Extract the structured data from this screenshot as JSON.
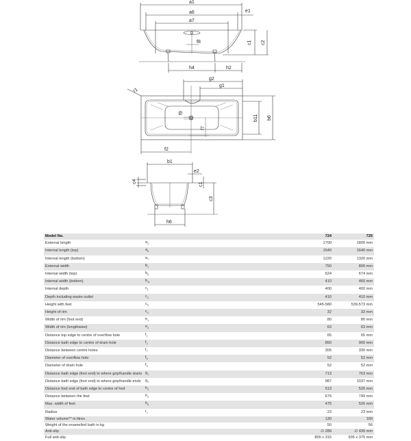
{
  "drawings": {
    "side_view": {
      "labels": {
        "a1": "a1",
        "a6": "a6",
        "a7": "a7",
        "e1": "e1",
        "f8": "f8",
        "c1": "c1",
        "c2": "c2",
        "h4": "h4",
        "h2": "h2"
      }
    },
    "top_view": {
      "labels": {
        "g2": "g2",
        "g1": "g1",
        "r1": "r1",
        "f9": "f9",
        "f7": "f7",
        "b11": "b11",
        "b6": "b6",
        "f2": "f2"
      }
    },
    "end_view": {
      "labels": {
        "b1": "b1",
        "e2": "e2",
        "c4": "c4",
        "c1": "c1",
        "c3": "c3",
        "h6": "h6"
      }
    }
  },
  "table": {
    "header": {
      "label": "Model No.",
      "symbol": "",
      "v1": "724",
      "v2": "725"
    },
    "rows": [
      {
        "label": "External length",
        "symbol": "a",
        "sub": "1",
        "v1": "1700",
        "v2": "1800 mm"
      },
      {
        "label": "Internal length (top)",
        "symbol": "a",
        "sub": "6",
        "v1": "1540",
        "v2": "1640 mm"
      },
      {
        "label": "Internal length (bottom)",
        "symbol": "a",
        "sub": "7",
        "v1": "1220",
        "v2": "1320 mm"
      },
      {
        "label": "External width",
        "symbol": "b",
        "sub": "1",
        "v1": "750",
        "v2": "800 mm"
      },
      {
        "label": "Internal width (top)",
        "symbol": "b",
        "sub": "6",
        "v1": "624",
        "v2": "674 mm"
      },
      {
        "label": "Internal width (bottom)",
        "symbol": "b",
        "sub": "11",
        "v1": "410",
        "v2": "460 mm"
      },
      {
        "label": "Internal depth",
        "symbol": "c",
        "sub": "1",
        "v1": "400",
        "v2": "400 mm"
      },
      {
        "label": "Depth including waste outlet",
        "symbol": "c",
        "sub": "2",
        "v1": "410",
        "v2": "410 mm"
      },
      {
        "label": "Height with feet",
        "symbol": "c",
        "sub": "3",
        "v1": "545-580",
        "v2": "539-573 mm"
      },
      {
        "label": "Height of rim",
        "symbol": "c",
        "sub": "4",
        "v1": "32",
        "v2": "32 mm"
      },
      {
        "label": "Width of rim (foot end)",
        "symbol": "e",
        "sub": "1",
        "v1": "80",
        "v2": "80 mm"
      },
      {
        "label": "Width of rim (lengthwise)",
        "symbol": "e",
        "sub": "2",
        "v1": "63",
        "v2": "63 mm"
      },
      {
        "label": "Distance top edge to centre of overflow hole",
        "symbol": "f",
        "sub": "1",
        "v1": "65",
        "v2": "65 mm"
      },
      {
        "label": "Distance bath edge to centre of drain hole",
        "symbol": "f",
        "sub": "2",
        "v1": "850",
        "v2": "900 mm"
      },
      {
        "label": "Distance between centre holes",
        "symbol": "f",
        "sub": "7",
        "v1": "305",
        "v2": "330 mm"
      },
      {
        "label": "Diameter of overflow hole",
        "symbol": "f",
        "sub": "8",
        "v1": "52",
        "v2": "52 mm"
      },
      {
        "label": "Diameter of drain hole",
        "symbol": "f",
        "sub": "9",
        "v1": "52",
        "v2": "52 mm"
      },
      {
        "label": "Distance bath edge (foot end) to where grip/handle starts",
        "symbol": "g",
        "sub": "1",
        "v1": "713",
        "v2": "763 mm"
      },
      {
        "label": "Distance bath edge (foot end) to where grip/handle ends",
        "symbol": "g",
        "sub": "2",
        "v1": "987",
        "v2": "1037 mm"
      },
      {
        "label": "Distance foot end of bath edge to centre of foot",
        "symbol": "h",
        "sub": "2",
        "v1": "513",
        "v2": "526 mm"
      },
      {
        "label": "Distance between the feet",
        "symbol": "h",
        "sub": "4",
        "v1": "675",
        "v2": "749 mm"
      },
      {
        "label": "Max. width of feet",
        "symbol": "h",
        "sub": "6",
        "v1": "475",
        "v2": "526 mm"
      },
      {
        "label": "Radius",
        "symbol": "r",
        "sub": "1",
        "v1": "23",
        "v2": "23 mm"
      },
      {
        "label": "Water volume** in litres",
        "symbol": "",
        "sub": "",
        "v1": "130",
        "v2": "160"
      },
      {
        "label": "Weight of the enamelled bath in kg",
        "symbol": "",
        "sub": "",
        "v1": "50",
        "v2": "56"
      },
      {
        "label": "Anti-slip",
        "symbol": "",
        "sub": "",
        "v1": "∅ 289",
        "v2": "∅ 435 mm"
      },
      {
        "label": "Full anti-slip",
        "symbol": "",
        "sub": "",
        "v1": "855 x 315",
        "v2": "935 x 375 mm"
      }
    ]
  }
}
